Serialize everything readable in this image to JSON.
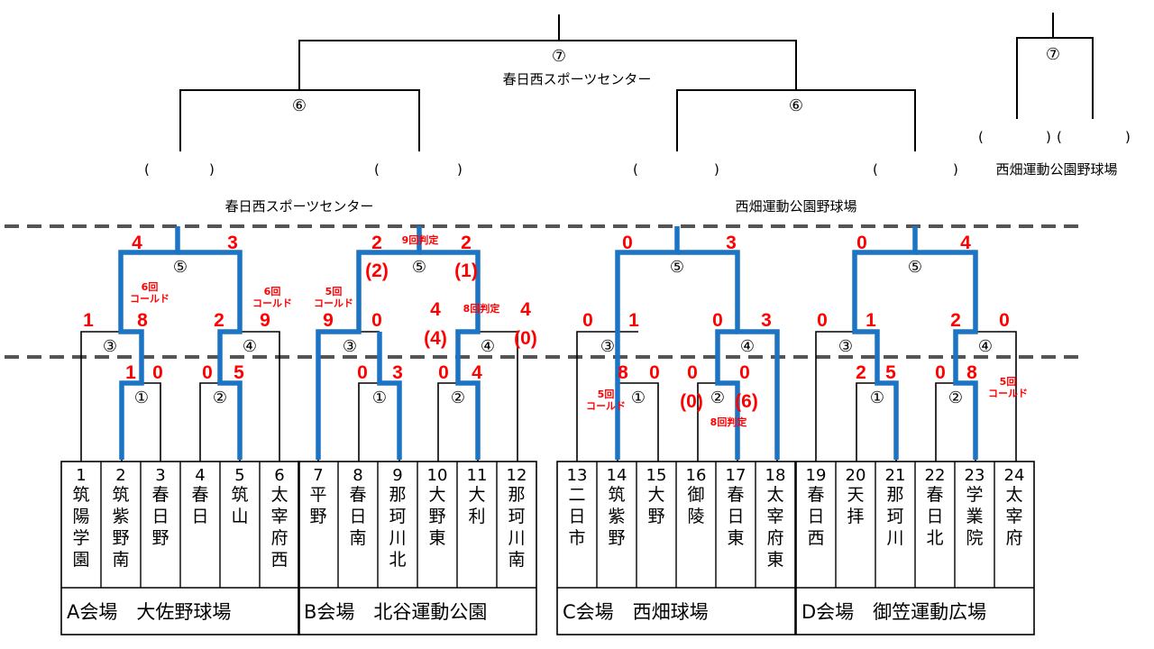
{
  "colors": {
    "winner_line": "#1b74c4",
    "score": "#ff0000",
    "line": "#000000",
    "dash": "#555555"
  },
  "teams": [
    {
      "num": "1",
      "name": "筑陽学園"
    },
    {
      "num": "2",
      "name": "筑紫野南"
    },
    {
      "num": "3",
      "name": "春日野"
    },
    {
      "num": "4",
      "name": "春日"
    },
    {
      "num": "5",
      "name": "筑山"
    },
    {
      "num": "6",
      "name": "太宰府西"
    },
    {
      "num": "7",
      "name": "平野"
    },
    {
      "num": "8",
      "name": "春日南"
    },
    {
      "num": "9",
      "name": "那珂川北"
    },
    {
      "num": "10",
      "name": "大野東"
    },
    {
      "num": "11",
      "name": "大利"
    },
    {
      "num": "12",
      "name": "那珂川南"
    },
    {
      "num": "13",
      "name": "二日市"
    },
    {
      "num": "14",
      "name": "筑紫野"
    },
    {
      "num": "15",
      "name": "大野"
    },
    {
      "num": "16",
      "name": "御陵"
    },
    {
      "num": "17",
      "name": "春日東"
    },
    {
      "num": "18",
      "name": "太宰府東"
    },
    {
      "num": "19",
      "name": "春日西"
    },
    {
      "num": "20",
      "name": "天拝"
    },
    {
      "num": "21",
      "name": "那珂川"
    },
    {
      "num": "22",
      "name": "春日北"
    },
    {
      "num": "23",
      "name": "学業院"
    },
    {
      "num": "24",
      "name": "太宰府"
    }
  ],
  "venues": {
    "A": "A会場　大佐野球場",
    "B": "B会場　北谷運動公園",
    "C": "C会場　西畑球場",
    "D": "D会場　御笠運動広場"
  },
  "upper": {
    "final_left_round": "⑦",
    "final_left_venue": "春日西スポーツセンター",
    "final_right_round": "⑦",
    "semi_round": "⑥",
    "semi_left_venue": "春日西スポーツセンター",
    "semi_right_venue": "西畑運動公園野球場",
    "extra_venue": "西畑運動公園野球場",
    "paren_open": "(",
    "paren_close": ")"
  },
  "rounds": {
    "r1": "①",
    "r2": "②",
    "r3": "③",
    "r4": "④",
    "r5": "⑤"
  },
  "scores": {
    "a_r1_l": "1",
    "a_r1_r": "0",
    "a_r2_l": "0",
    "a_r2_r": "5",
    "a_r3_l": "1",
    "a_r3_r": "8",
    "a_r4_l": "2",
    "a_r4_r": "9",
    "a_r5_l": "4",
    "a_r5_r": "3",
    "b_r1_l": "0",
    "b_r1_r": "3",
    "b_r2_l": "0",
    "b_r2_r": "4",
    "b_r3_l": "9",
    "b_r3_r": "0",
    "b_r4_l": "4",
    "b_r4_r": "4",
    "b_r4_l2": "(4)",
    "b_r4_r2": "(0)",
    "b_r5_l": "2",
    "b_r5_r": "2",
    "b_r5_l2": "(2)",
    "b_r5_r2": "(1)",
    "c_r1_l": "8",
    "c_r1_r": "0",
    "c_r2_l": "0",
    "c_r2_r": "0",
    "c_r2_l2": "(0)",
    "c_r2_r2": "(6)",
    "c_r3_l": "0",
    "c_r3_r": "1",
    "c_r4_l": "0",
    "c_r4_r": "3",
    "c_r5_l": "0",
    "c_r5_r": "3",
    "d_r1_l": "2",
    "d_r1_r": "5",
    "d_r2_l": "0",
    "d_r2_r": "8",
    "d_r3_l": "0",
    "d_r3_r": "1",
    "d_r4_l": "2",
    "d_r4_r": "0",
    "d_r5_l": "0",
    "d_r5_r": "4"
  },
  "notes": {
    "cold6": [
      "6回",
      "コールド"
    ],
    "cold5": [
      "5回",
      "コールド"
    ],
    "inning9": "9回判定",
    "inning8": "8回判定"
  }
}
